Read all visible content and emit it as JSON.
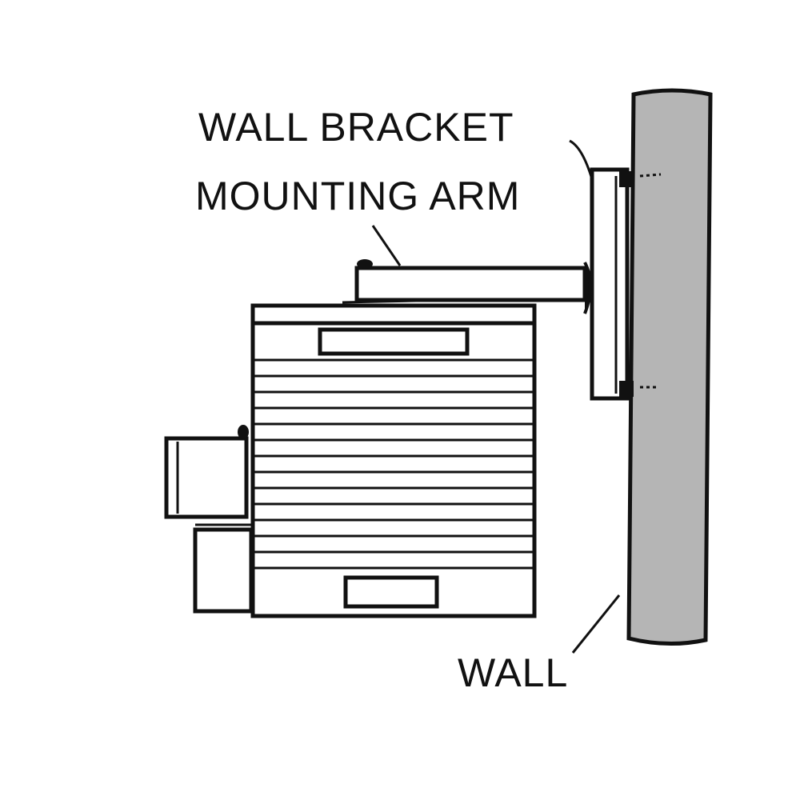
{
  "labels": {
    "wall_bracket": "WALL BRACKET",
    "mounting_arm": "MOUNTING ARM",
    "wall": "WALL"
  },
  "colors": {
    "ink": "#111111",
    "wall_fill": "#b5b5b5",
    "background": "#ffffff"
  }
}
